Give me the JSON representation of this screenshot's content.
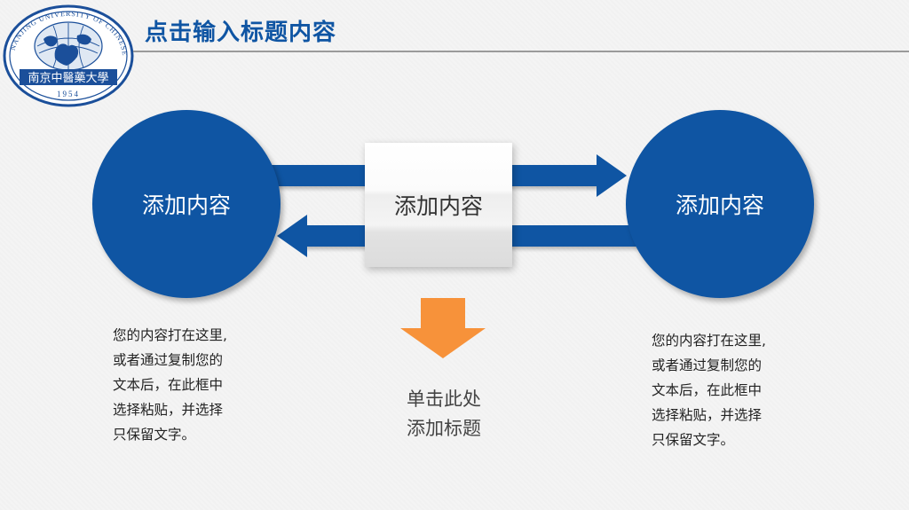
{
  "header": {
    "title": "点击输入标题内容",
    "logo": {
      "text_top": "NANJING UNIVERSITY OF CHINESE MEDICINE",
      "text_cn": "南京中醫藥大學",
      "year": "1954"
    }
  },
  "left_node": {
    "label": "添加内容"
  },
  "center_node": {
    "label": "添加内容"
  },
  "right_node": {
    "label": "添加内容"
  },
  "left_text": {
    "lines": [
      "您的内容打在这里,",
      "或者通过复制您的",
      "文本后，在此框中",
      "选择粘贴，并选择",
      "只保留文字。"
    ]
  },
  "right_text": {
    "lines": [
      "您的内容打在这里,",
      "或者通过复制您的",
      "文本后，在此框中",
      "选择粘贴，并选择",
      "只保留文字。"
    ]
  },
  "center_caption": {
    "lines": [
      "单击此处",
      "添加标题"
    ]
  },
  "colors": {
    "primary": "#0f55a3",
    "accent": "#f7923a",
    "rule": "#9a9a9a"
  },
  "icons": [
    "university-seal-icon",
    "right-arrow-icon",
    "left-arrow-icon",
    "down-arrow-icon"
  ]
}
